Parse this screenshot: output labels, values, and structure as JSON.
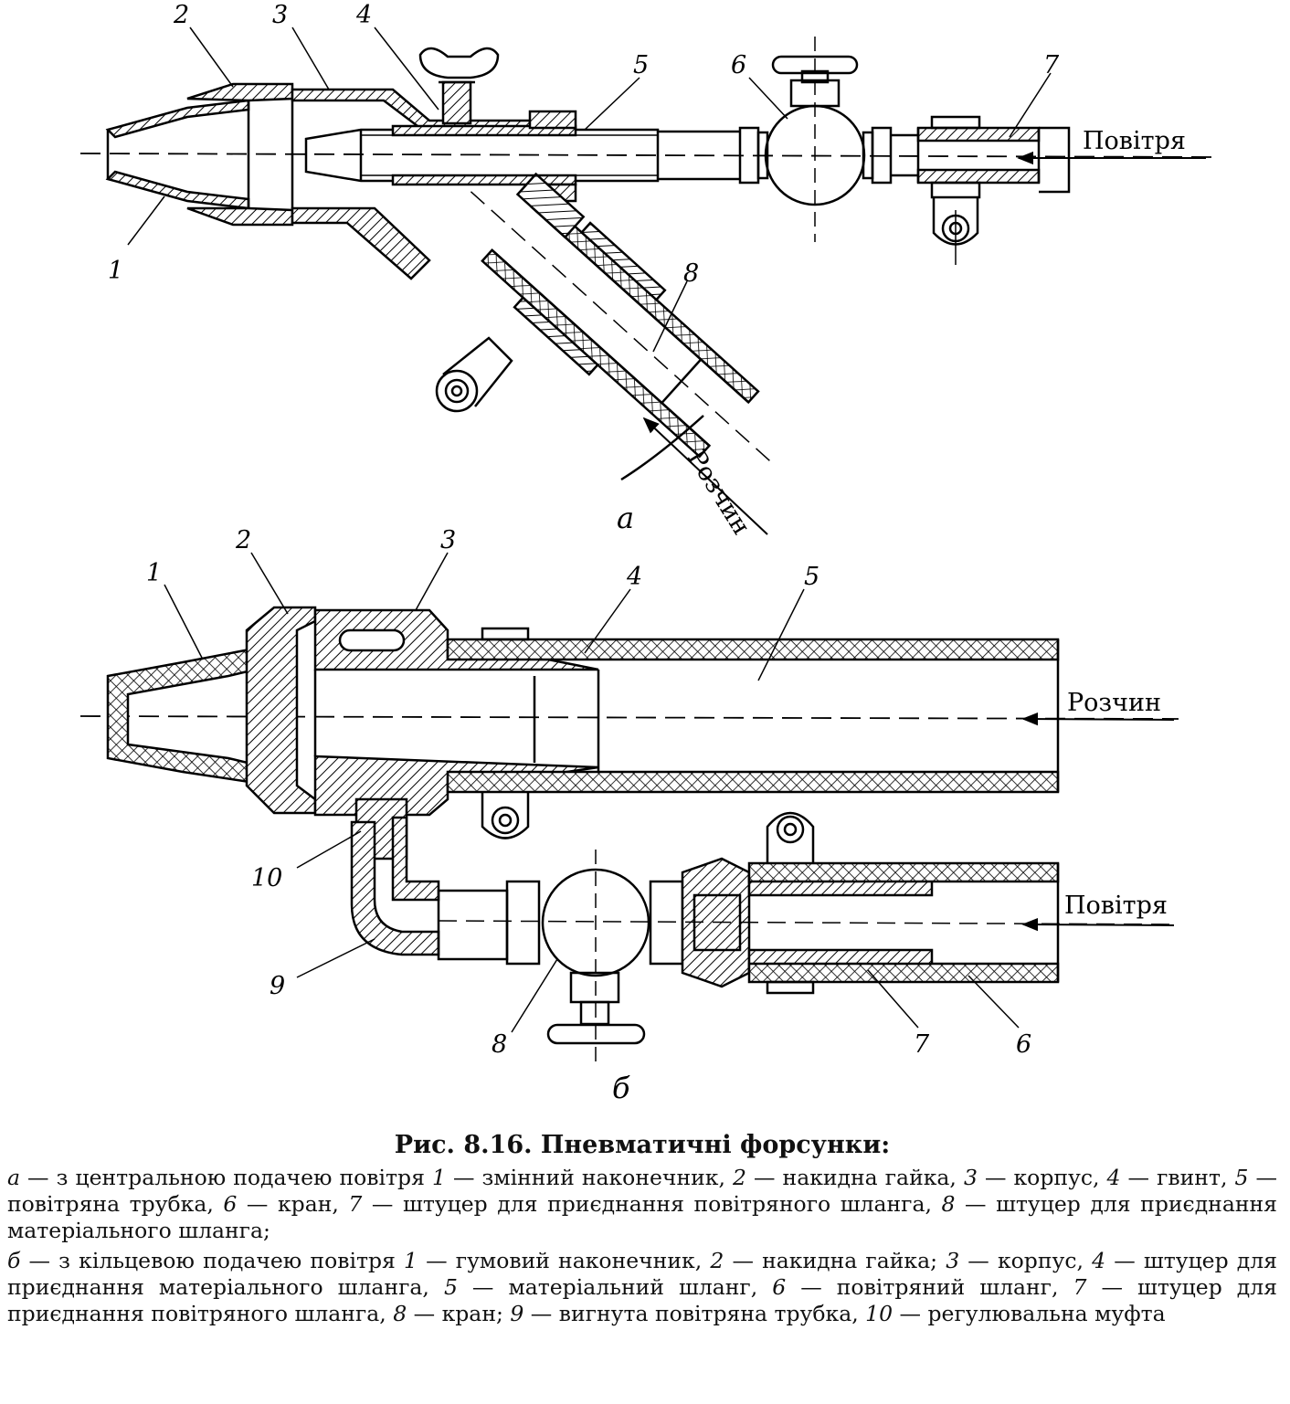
{
  "figure": {
    "a": {
      "numbers": [
        "1",
        "2",
        "3",
        "4",
        "5",
        "6",
        "7",
        "8"
      ],
      "air_label": "Повітря",
      "mortar_label": "Розчин",
      "letter": "а"
    },
    "b": {
      "numbers": [
        "1",
        "2",
        "3",
        "4",
        "5",
        "6",
        "7",
        "8",
        "9",
        "10"
      ],
      "air_label": "Повітря",
      "mortar_label": "Розчин",
      "letter": "б"
    }
  },
  "caption": {
    "title": "Рис. 8.16. Пневматичні форсунки:",
    "part_a": [
      {
        "t": "а",
        "i": true
      },
      {
        "t": " — з центральною подачею повітря  "
      },
      {
        "t": "1",
        "i": true
      },
      {
        "t": " — змінний наконечник, "
      },
      {
        "t": "2",
        "i": true
      },
      {
        "t": " — накидна гайка, "
      },
      {
        "t": "3",
        "i": true
      },
      {
        "t": " — корпус, "
      },
      {
        "t": "4",
        "i": true
      },
      {
        "t": " — гвинт, "
      },
      {
        "t": "5",
        "i": true
      },
      {
        "t": " — повітряна трубка, "
      },
      {
        "t": "6",
        "i": true
      },
      {
        "t": " — кран, "
      },
      {
        "t": "7",
        "i": true
      },
      {
        "t": " — штуцер для приєднання повітряного шланга, "
      },
      {
        "t": "8",
        "i": true
      },
      {
        "t": " — штуцер для приєднання матеріального шланга;"
      }
    ],
    "part_b": [
      {
        "t": "б",
        "i": true
      },
      {
        "t": " — з кільцевою подачею повітря  "
      },
      {
        "t": "1",
        "i": true
      },
      {
        "t": " — гумовий наконечник, "
      },
      {
        "t": "2",
        "i": true
      },
      {
        "t": " — накидна гайка; "
      },
      {
        "t": "3",
        "i": true
      },
      {
        "t": " — корпус, "
      },
      {
        "t": "4",
        "i": true
      },
      {
        "t": " — штуцер для приєднання матеріального шланга, "
      },
      {
        "t": "5",
        "i": true
      },
      {
        "t": " — матеріальний шланг, "
      },
      {
        "t": "6",
        "i": true
      },
      {
        "t": " — повітряний шланг, "
      },
      {
        "t": "7",
        "i": true
      },
      {
        "t": " — штуцер для приєднання повітряного шланга, "
      },
      {
        "t": "8",
        "i": true
      },
      {
        "t": " — кран; "
      },
      {
        "t": "9",
        "i": true
      },
      {
        "t": " — вигнута повітряна трубка, "
      },
      {
        "t": "10",
        "i": true
      },
      {
        "t": " — регулювальна муфта"
      }
    ]
  }
}
